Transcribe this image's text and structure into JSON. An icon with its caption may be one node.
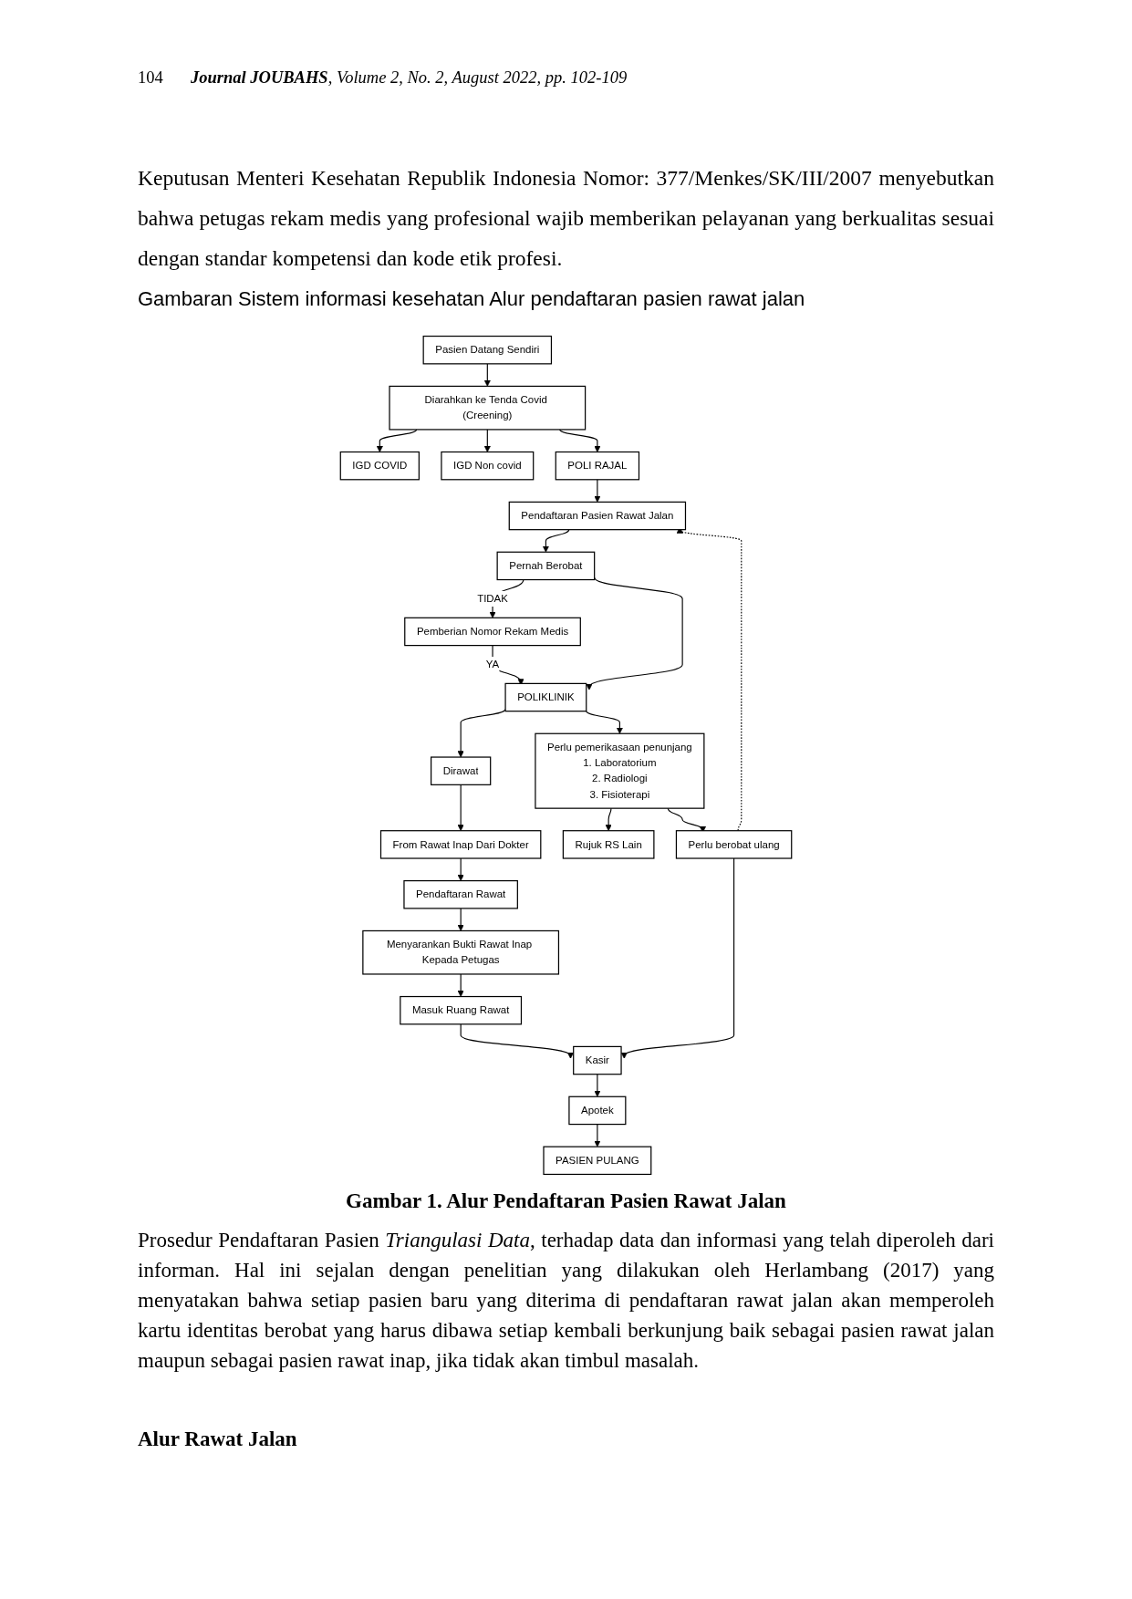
{
  "diagram": {
    "caption": "Gambar 1. Alur Pendaftaran Pasien Rawat Jalan",
    "nodes": [
      {
        "text": [
          "Diarahkan ke Tenda Covid (Creening)"
        ]
      },
      {
        "text": [
          "IGD COVID"
        ]
      },
      {
        "text": [
          "IGD Non covid"
        ]
      },
      {
        "text": [
          "POLI RAJAL"
        ]
      },
      {
        "text": [
          "Pasien Datang Sendiri"
        ]
      },
      {
        "text": [
          "Pendaftaran Pasien Rawat Jalan"
        ]
      },
      {
        "text": [
          "Pernah Berobat"
        ]
      },
      {
        "text": [
          "Pemberian Nomor Rekam Medis"
        ]
      },
      {
        "text": [
          "Dirawat"
        ]
      },
      {
        "text": [
          "POLIKLINIK"
        ]
      },
      {
        "text": [
          "Rujuk RS Lain"
        ]
      },
      {
        "text": [
          "From Rawat Inap Dari Dokter"
        ]
      },
      {
        "text": [
          "Perlu pemerikasaan penunjang",
          "1. Laboratorium",
          "2. Radiologi",
          "3. Fisioterapi"
        ]
      },
      {
        "text": [
          "Pendaftaran Rawat"
        ]
      },
      {
        "text": [
          "Perlu berobat ulang"
        ]
      },
      {
        "text": [
          "Menyarankan Bukti Rawat Inap Kepada Petugas"
        ]
      },
      {
        "text": [
          "Kasir"
        ]
      },
      {
        "text": [
          "Masuk Ruang Rawat"
        ]
      },
      {
        "text": [
          "Apotek"
        ]
      },
      {
        "text": [
          "PASIEN PULANG"
        ]
      }
    ],
    "edges": [
      {
        "from": 4,
        "to": 0,
        "arrow": "to"
      },
      {
        "from": 0,
        "to": 1,
        "arrow": "to"
      },
      {
        "from": 0,
        "to": 2,
        "arrow": "to"
      },
      {
        "from": 0,
        "to": 3,
        "arrow": "to"
      },
      {
        "from": 3,
        "to": 5,
        "arrow": "to"
      },
      {
        "from": 5,
        "to": 6,
        "arrow": "to"
      },
      {
        "from": 6,
        "to": 7,
        "arrow": "to",
        "label": "TIDAK"
      },
      {
        "from": 7,
        "to": 9,
        "arrow": "to",
        "label": "YA"
      },
      {
        "from": 6,
        "to": 9,
        "arrow": "to"
      },
      {
        "from": 9,
        "to": 8,
        "arrow": "to"
      },
      {
        "from": 9,
        "to": 12,
        "arrow": "to"
      },
      {
        "from": 12,
        "to": 10,
        "arrow": "to"
      },
      {
        "from": 8,
        "to": 11,
        "arrow": "to"
      },
      {
        "from": 11,
        "to": 13,
        "arrow": "to"
      },
      {
        "from": 13,
        "to": 15,
        "arrow": "to"
      },
      {
        "from": 15,
        "to": 17,
        "arrow": "to"
      },
      {
        "from": 17,
        "to": 16,
        "arrow": "to"
      },
      {
        "from": 12,
        "to": 14,
        "arrow": "to"
      },
      {
        "from": 14,
        "to": 16,
        "arrow": "to"
      },
      {
        "from": 14,
        "to": 5,
        "arrow": "to",
        "style": "dashed"
      },
      {
        "from": 16,
        "to": 18,
        "arrow": "to"
      },
      {
        "from": 18,
        "to": 19,
        "arrow": "to"
      }
    ],
    "labels": [
      "104",
      "**Journal JOUBAHS**, Volume 2, No. 2, August 2022, pp. 102-109",
      "Keputusan Menteri Kesehatan Republik Indonesia Nomor: 377/Menkes/SK/III/2007 menyebutkan bahwa petugas rekam medis yang profesional wajib memberikan pelayanan yang berkualitas sesuai dengan standar kompetensi dan kode etik profesi.",
      "Gambaran Sistem informasi kesehatan Alur pendaftaran pasien rawat jalan",
      "Prosedur Pendaftaran Pasien *Triangulasi Data*, terhadap data dan informasi yang telah diperoleh dari informan. Hal ini sejalan dengan penelitian yang dilakukan oleh Herlambang (2017) yang menyatakan bahwa setiap pasien baru yang diterima di pendaftaran rawat jalan akan memperoleh kartu identitas berobat yang harus dibawa setiap kembali berkunjung baik sebagai pasien rawat jalan maupun sebagai pasien rawat inap, jika tidak akan timbul masalah.",
      "Alur Rawat Jalan"
    ]
  }
}
